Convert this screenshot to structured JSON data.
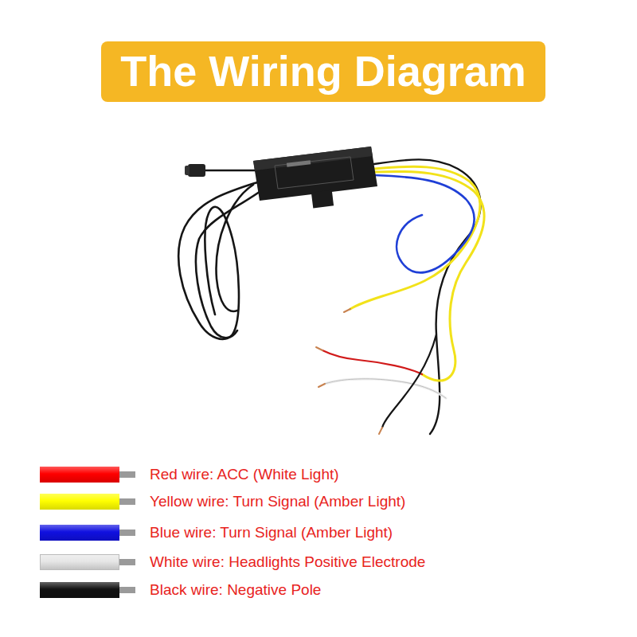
{
  "diagram": {
    "title": "The Wiring Diagram",
    "legend": [
      {
        "text": "Red wire: ACC (White Light)",
        "color": "#ff0000"
      },
      {
        "text": "Yellow wire: Turn Signal (Amber Light)",
        "color": "#ffff00"
      },
      {
        "text": "Blue wire: Turn Signal (Amber Light)",
        "color": "#1010e0"
      },
      {
        "text": "White wire: Headlights Positive Electrode",
        "color": "#e6e6e6"
      },
      {
        "text": "Black wire: Negative Pole",
        "color": "#111111"
      }
    ]
  }
}
